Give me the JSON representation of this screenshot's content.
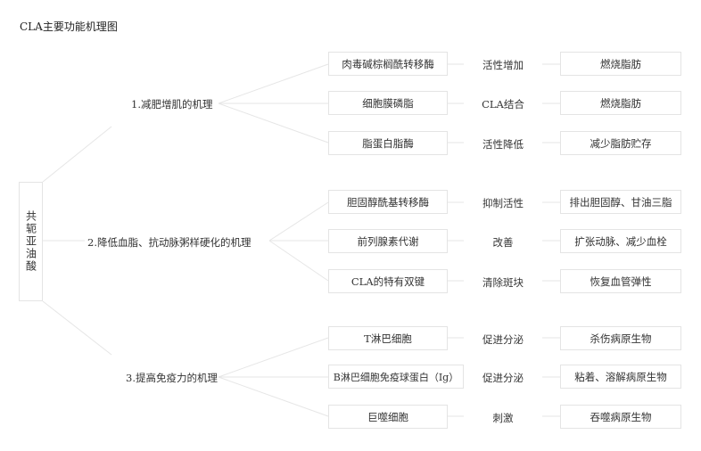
{
  "title": "CLA主要功能机理图",
  "root": "共轭亚油酸",
  "branches": [
    {
      "label": "1.减肥增肌的机理",
      "rows": [
        {
          "target": "肉毒碱棕榈酰转移酶",
          "action": "活性增加",
          "effect": "燃烧脂肪"
        },
        {
          "target": "细胞膜磷脂",
          "action": "CLA结合",
          "effect": "燃烧脂肪"
        },
        {
          "target": "脂蛋白脂酶",
          "action": "活性降低",
          "effect": "减少脂肪贮存"
        }
      ]
    },
    {
      "label": "2.降低血脂、抗动脉粥样硬化的机理",
      "rows": [
        {
          "target": "胆固醇酰基转移酶",
          "action": "抑制活性",
          "effect": "排出胆固醇、甘油三脂"
        },
        {
          "target": "前列腺素代谢",
          "action": "改善",
          "effect": "扩张动脉、减少血栓"
        },
        {
          "target": "CLA的特有双键",
          "action": "清除斑块",
          "effect": "恢复血管弹性"
        }
      ]
    },
    {
      "label": "3.提高免疫力的机理",
      "rows": [
        {
          "target": "T淋巴细胞",
          "action": "促进分泌",
          "effect": "杀伤病原生物"
        },
        {
          "target": "B淋巴细胞免疫球蛋白（Ig）",
          "action": "促进分泌",
          "effect": "粘着、溶解病原生物"
        },
        {
          "target": "巨噬细胞",
          "action": "刺激",
          "effect": "吞噬病原生物"
        }
      ]
    }
  ],
  "colors": {
    "line": "#e6e6e6",
    "border": "#e4e4e4",
    "text": "#333333"
  }
}
